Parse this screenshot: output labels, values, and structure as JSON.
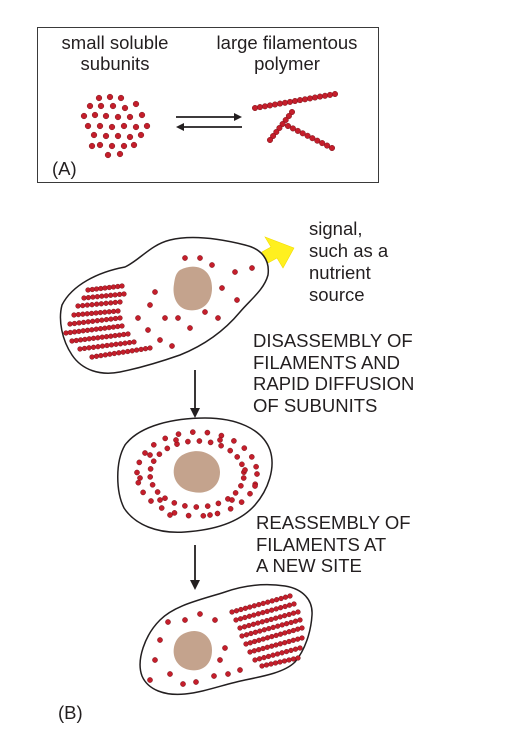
{
  "panel_a": {
    "label": "(A)",
    "left_caption_line1": "small soluble",
    "left_caption_line2": "subunits",
    "right_caption_line1": "large filamentous",
    "right_caption_line2": "polymer"
  },
  "panel_b": {
    "label": "(B)",
    "signal_line1": "signal,",
    "signal_line2": "such as a",
    "signal_line3": "nutrient",
    "signal_line4": "source",
    "step1_line1": "DISASSEMBLY OF",
    "step1_line2": "FILAMENTS AND",
    "step1_line3": "RAPID DIFFUSION",
    "step1_line4": "OF SUBUNITS",
    "step2_line1": "REASSEMBLY OF",
    "step2_line2": "FILAMENTS AT",
    "step2_line3": "A NEW SITE"
  },
  "colors": {
    "subunit": "#c41e2b",
    "nucleus": "#c4a38d",
    "signal_arrow": "#fff01f",
    "outline": "#231f20"
  }
}
